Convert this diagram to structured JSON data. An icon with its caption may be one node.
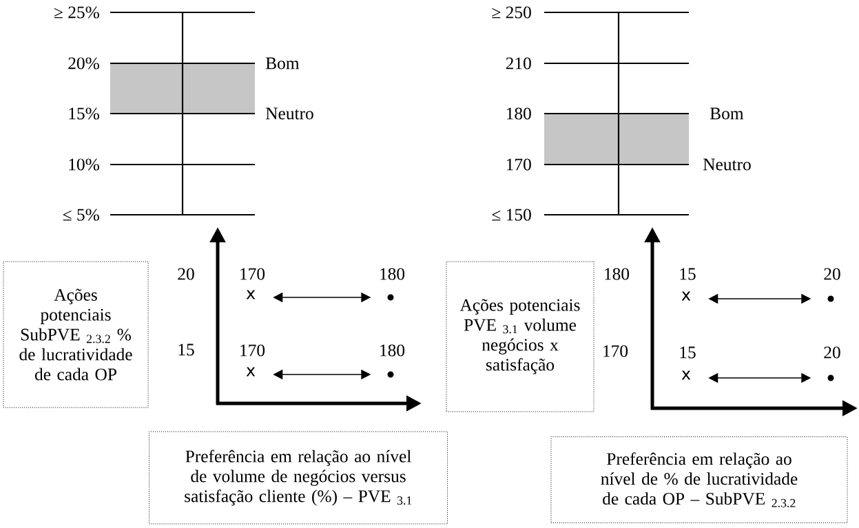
{
  "diagram": {
    "nodes": [
      {
        "text": [
          "Ações potenciais SubPVE $_{2.3.2}$ % de lucratividade de cada OP"
        ]
      },
      {
        "text": [
          "x"
        ],
        "beside": [
          "170"
        ]
      },
      {
        "text": [],
        "shape": "circle",
        "beside": [
          "180"
        ]
      },
      {
        "text": [
          "x"
        ],
        "beside": [
          "170"
        ]
      },
      {
        "text": [],
        "shape": "circle",
        "beside": [
          "180"
        ]
      },
      {
        "text": [
          "Ações potenciais PVE $_{3.1}$ volume negócios x satisfação"
        ]
      },
      {
        "text": [
          "x"
        ],
        "beside": [
          "15"
        ]
      },
      {
        "text": [],
        "shape": "circle",
        "beside": [
          "20"
        ]
      },
      {
        "text": [
          "x"
        ],
        "beside": [
          "15"
        ]
      },
      {
        "text": [],
        "shape": "circle",
        "beside": [
          "20"
        ]
      },
      {
        "text": [
          "Preferência em relação ao nível de volume de negócios versus satisfação cliente (%) – PVE $_{3.1}$"
        ]
      },
      {
        "text": [
          "Preferência em relação ao nível de % de lucratividade de cada OP – SubPVE $_{2.3.2}$"
        ]
      }
    ],
    "edges": [
      {
        "from": 1,
        "to": 2,
        "arrow": "both"
      },
      {
        "from": 3,
        "to": 4,
        "arrow": "both"
      },
      {
        "from": 6,
        "to": 7,
        "arrow": "both"
      },
      {
        "from": 8,
        "to": 9,
        "arrow": "both"
      }
    ],
    "labels": [
      "≥ 25%",
      "20%",
      "Bom",
      "15%",
      "Neutro",
      "10%",
      "≤ 5%",
      "≥ 250",
      "210",
      "180",
      "Bom",
      "170",
      "Neutro",
      "≤ 150",
      "20",
      "15",
      "180",
      "170"
    ]
  }
}
